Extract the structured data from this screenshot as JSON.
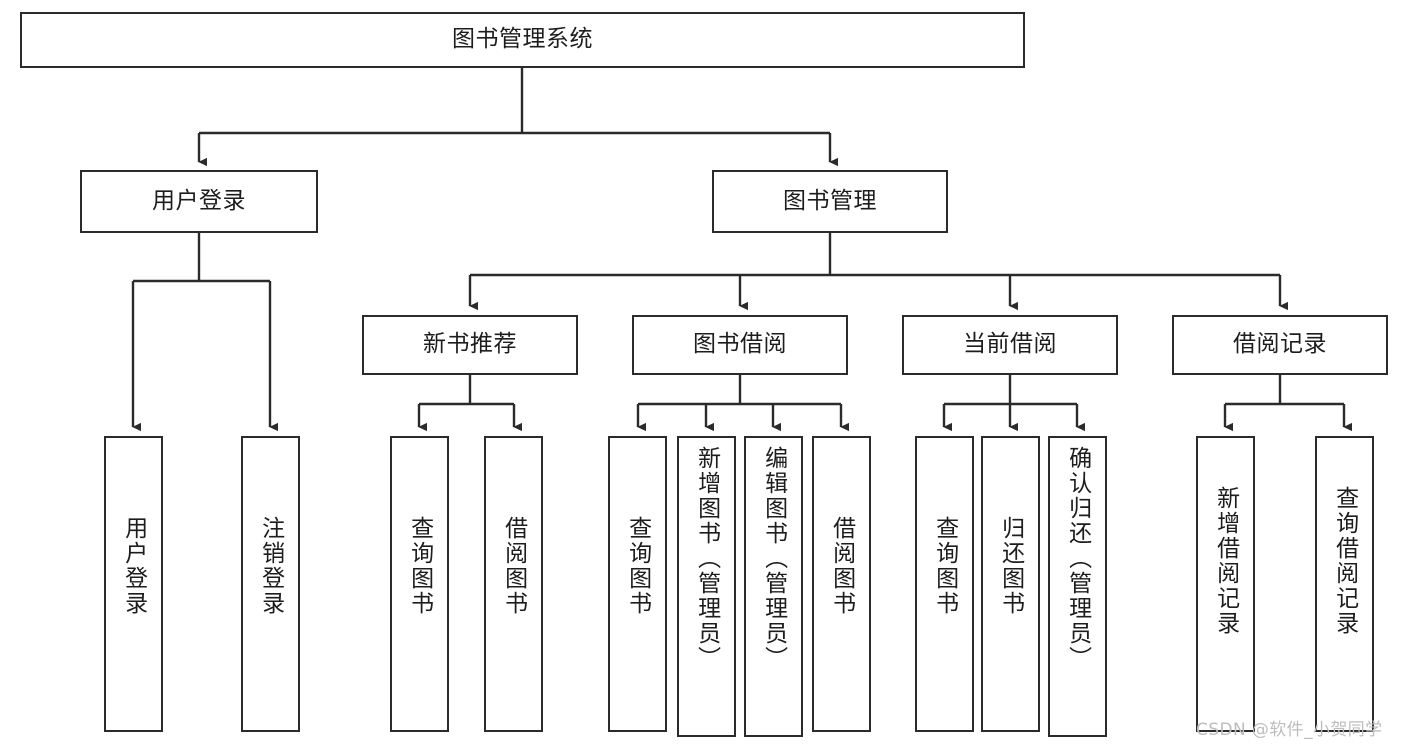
{
  "diagram": {
    "type": "tree-hierarchy-chart",
    "title": "图书管理系统",
    "line_color": "#2b2b2b",
    "box_fill": "#ffffff",
    "text_color": "#1d1d1d",
    "watermark": "CSDN @软件_小贺同学",
    "watermark_color": "#bdbdbd"
  },
  "nodes": {
    "root": {
      "label": "图书管理系统"
    },
    "level2": [
      {
        "label": "用户登录"
      },
      {
        "label": "图书管理"
      }
    ],
    "level3": [
      {
        "label": "新书推荐"
      },
      {
        "label": "图书借阅"
      },
      {
        "label": "当前借阅"
      },
      {
        "label": "借阅记录"
      }
    ],
    "leaves_user_login": [
      {
        "label": "用户登录"
      },
      {
        "label": "注销登录"
      }
    ],
    "leaves_new_book": [
      {
        "label": "查询图书"
      },
      {
        "label": "借阅图书"
      }
    ],
    "leaves_borrow": [
      {
        "label": "查询图书"
      },
      {
        "label": "新增图书（管理员）"
      },
      {
        "label": "编辑图书（管理员）"
      },
      {
        "label": "借阅图书"
      }
    ],
    "leaves_current": [
      {
        "label": "查询图书"
      },
      {
        "label": "归还图书"
      },
      {
        "label": "确认归还（管理员）"
      }
    ],
    "leaves_records": [
      {
        "label": "新增借阅记录"
      },
      {
        "label": "查询借阅记录"
      }
    ]
  }
}
